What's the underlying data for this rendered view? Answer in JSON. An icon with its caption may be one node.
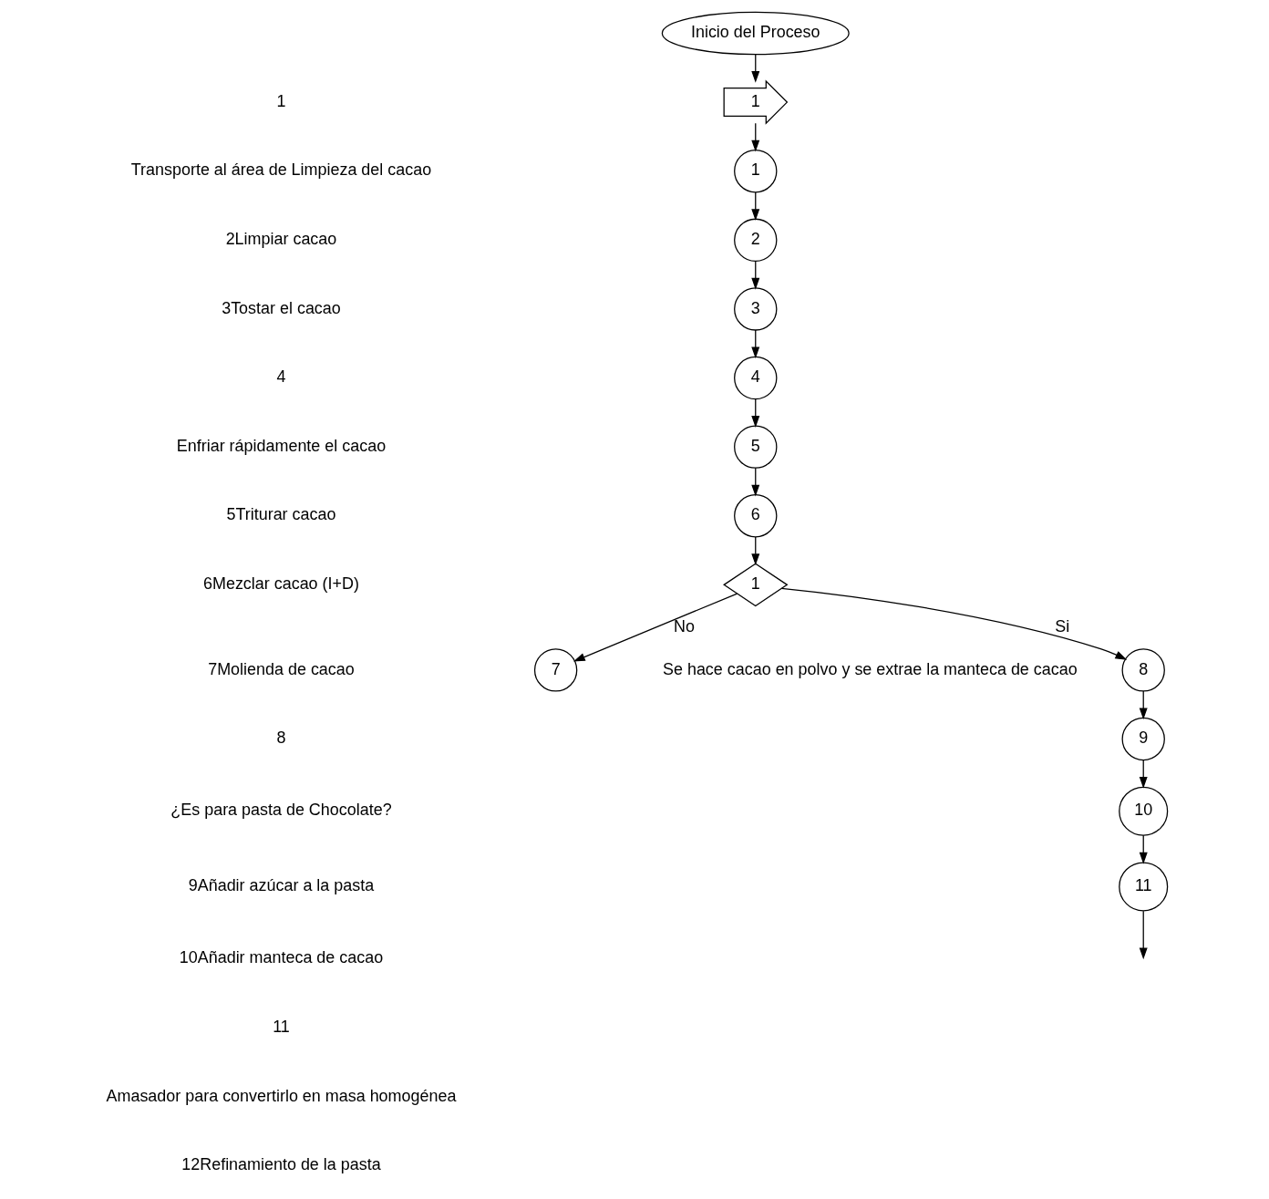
{
  "diagram": {
    "nodes": [
      {
        "text": [
          "Inicio del Proceso"
        ]
      },
      {
        "text": [
          "1"
        ]
      },
      {
        "text": [
          "1"
        ]
      },
      {
        "text": [
          "2"
        ]
      },
      {
        "text": [
          "3"
        ]
      },
      {
        "text": [
          "4"
        ]
      },
      {
        "text": [
          "5"
        ]
      },
      {
        "text": [
          "6"
        ]
      },
      {
        "text": [
          "1"
        ]
      },
      {
        "text": [
          "7"
        ]
      },
      {
        "text": [
          "8"
        ]
      },
      {
        "text": [
          "9"
        ]
      },
      {
        "text": [
          "10"
        ]
      },
      {
        "text": [
          "11"
        ]
      }
    ],
    "edges": [
      {
        "from": 0,
        "to": 1,
        "arrow": "to"
      },
      {
        "from": 1,
        "to": 2,
        "arrow": "to"
      },
      {
        "from": 2,
        "to": 3,
        "arrow": "to"
      },
      {
        "from": 3,
        "to": 4,
        "arrow": "to"
      },
      {
        "from": 4,
        "to": 5,
        "arrow": "to"
      },
      {
        "from": 5,
        "to": 6,
        "arrow": "to"
      },
      {
        "from": 6,
        "to": 7,
        "arrow": "to"
      },
      {
        "from": 7,
        "to": 8,
        "arrow": "to"
      },
      {
        "from": 8,
        "to": 9,
        "label": "No",
        "arrow": "to"
      },
      {
        "from": 8,
        "to": 10,
        "label": "Si",
        "arrow": "to"
      },
      {
        "from": 10,
        "to": 11,
        "arrow": "to"
      },
      {
        "from": 11,
        "to": 12,
        "arrow": "to"
      },
      {
        "from": 12,
        "to": 13,
        "arrow": "to"
      },
      {
        "from": 13,
        "to": null,
        "arrow": "to"
      }
    ],
    "labels": [
      "1",
      "Transporte al área de Limpieza del cacao",
      "2Limpiar cacao",
      "3Tostar el cacao",
      "4",
      "Enfriar rápidamente el cacao",
      "5Triturar cacao",
      "6Mezclar cacao (I+D)",
      "7Molienda de cacao",
      "8",
      "¿Es para pasta de Chocolate?",
      "9Añadir azúcar a la pasta",
      "10Añadir manteca de cacao",
      "11",
      "Amasador para convertirlo en masa homogénea",
      "12Refinamiento de la pasta",
      "Se hace cacao en polvo y se extrae la manteca de cacao"
    ]
  }
}
